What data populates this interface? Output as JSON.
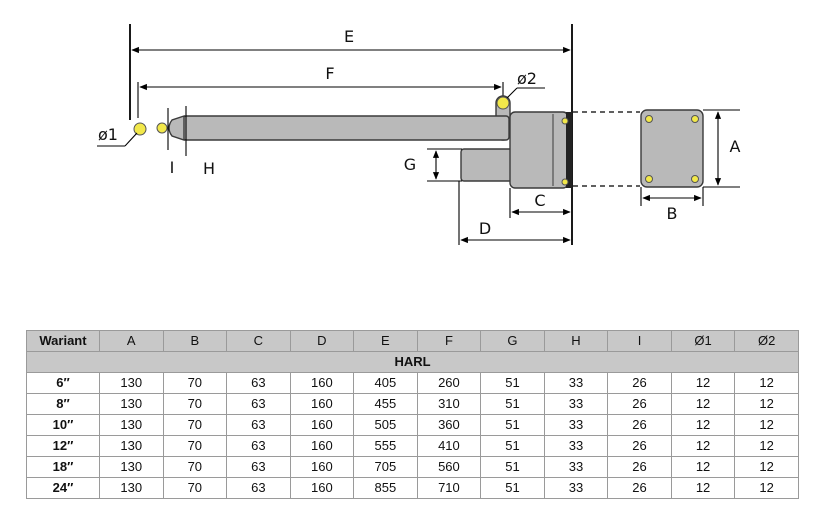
{
  "diagram": {
    "labels": {
      "E": "E",
      "F": "F",
      "phi1": "ø1",
      "phi2": "ø2",
      "I": "I",
      "H": "H",
      "G": "G",
      "C": "C",
      "D": "D",
      "A": "A",
      "B": "B"
    }
  },
  "table": {
    "headers": [
      "Wariant",
      "A",
      "B",
      "C",
      "D",
      "E",
      "F",
      "G",
      "H",
      "I",
      "Ø1",
      "Ø2"
    ],
    "group": "HARL",
    "rows": [
      [
        "6″",
        "130",
        "70",
        "63",
        "160",
        "405",
        "260",
        "51",
        "33",
        "26",
        "12",
        "12"
      ],
      [
        "8″",
        "130",
        "70",
        "63",
        "160",
        "455",
        "310",
        "51",
        "33",
        "26",
        "12",
        "12"
      ],
      [
        "10″",
        "130",
        "70",
        "63",
        "160",
        "505",
        "360",
        "51",
        "33",
        "26",
        "12",
        "12"
      ],
      [
        "12″",
        "130",
        "70",
        "63",
        "160",
        "555",
        "410",
        "51",
        "33",
        "26",
        "12",
        "12"
      ],
      [
        "18″",
        "130",
        "70",
        "63",
        "160",
        "705",
        "560",
        "51",
        "33",
        "26",
        "12",
        "12"
      ],
      [
        "24″",
        "130",
        "70",
        "63",
        "160",
        "855",
        "710",
        "51",
        "33",
        "26",
        "12",
        "12"
      ]
    ]
  }
}
